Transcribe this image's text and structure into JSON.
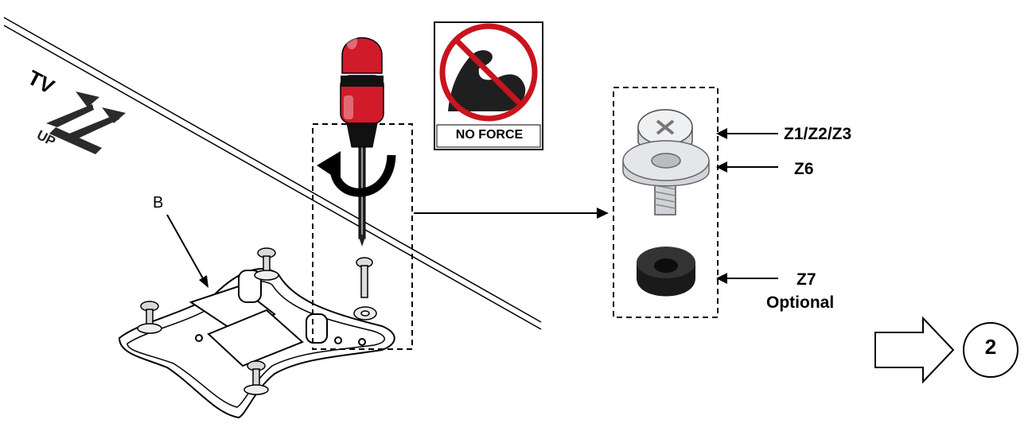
{
  "orientation": {
    "tv_label": "TV",
    "up_label": "UP"
  },
  "bracket": {
    "label": "B"
  },
  "warning_badge": {
    "text": "NO FORCE",
    "icon": "no-force-flexed-arm-icon",
    "ring_color": "#c8141e"
  },
  "parts": {
    "z123_label": "Z1/Z2/Z3",
    "z6_label": "Z6",
    "z7_label": "Z7",
    "z7_note": "Optional"
  },
  "next_step": {
    "number": "2",
    "icon": "next-arrow-icon"
  },
  "colors": {
    "screwdriver_handle": "#d11a2a",
    "line": "#000000",
    "washer": "#222222"
  }
}
